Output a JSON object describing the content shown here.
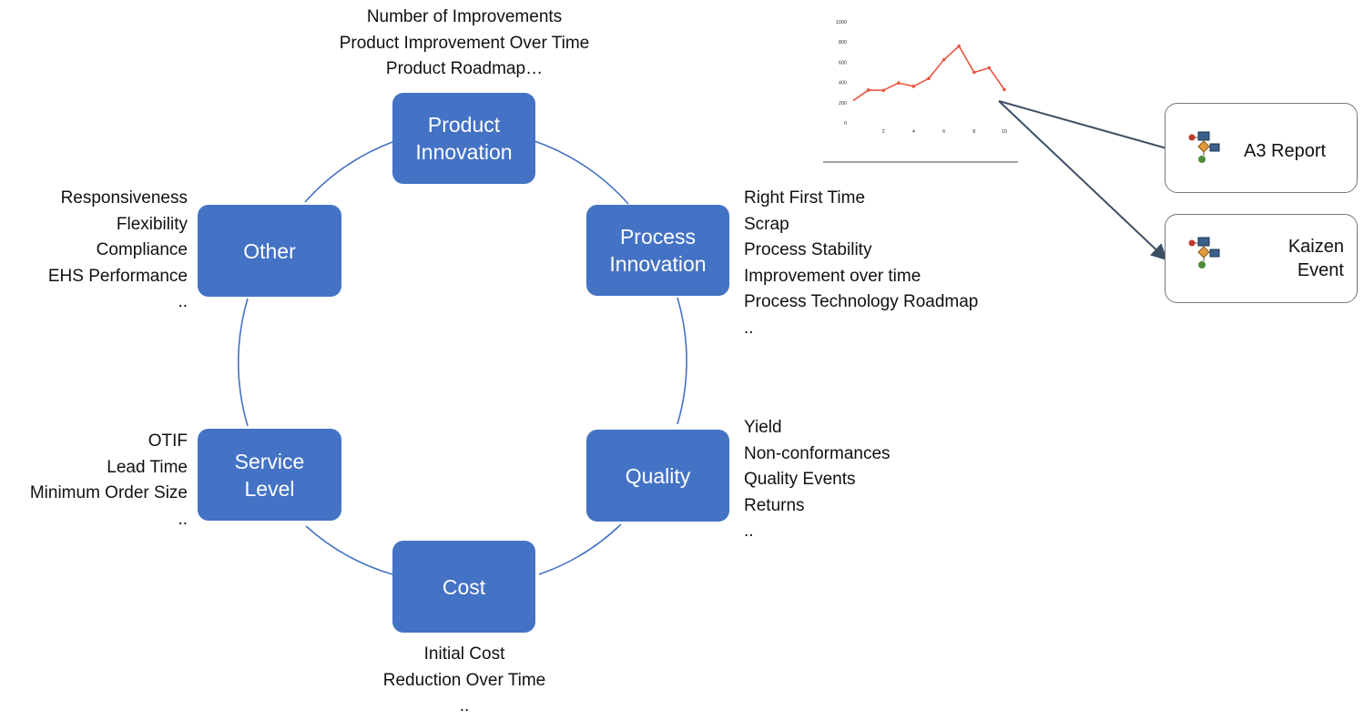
{
  "colors": {
    "node_fill": "#4472C4",
    "ring": "#4472C4",
    "chart_line": "#E8553E",
    "arrow": "#3D4F63"
  },
  "nodes": {
    "product": "Product\nInnovation",
    "process": "Process\nInnovation",
    "quality": "Quality",
    "cost": "Cost",
    "service": "Service\nLevel",
    "other": "Other"
  },
  "lists": {
    "product": [
      "Number of Improvements",
      "Product Improvement Over Time",
      "Product Roadmap…"
    ],
    "process": [
      "Right First Time",
      "Scrap",
      "Process Stability",
      "Improvement over time",
      "Process Technology Roadmap",
      ".."
    ],
    "quality": [
      "Yield",
      "Non-conformances",
      "Quality Events",
      "Returns",
      ".."
    ],
    "cost": [
      "Initial Cost",
      "Reduction Over Time",
      ".."
    ],
    "service": [
      "OTIF",
      "Lead Time",
      "Minimum Order Size",
      ".."
    ],
    "other": [
      "Responsiveness",
      "Flexibility",
      "Compliance",
      "EHS Performance",
      ".."
    ]
  },
  "cards": {
    "a3_report": {
      "label": "A3 Report",
      "icon": "flowchart-icon"
    },
    "kaizen_event": {
      "label": "Kaizen\nEvent",
      "icon": "flowchart-icon"
    }
  },
  "chart_data": {
    "type": "line",
    "x": [
      0,
      1,
      2,
      3,
      4,
      5,
      6,
      7,
      8,
      9,
      10
    ],
    "values": [
      220,
      325,
      322,
      395,
      362,
      440,
      625,
      760,
      500,
      545,
      330
    ],
    "xticks": [
      "2",
      "4",
      "6",
      "8",
      "10"
    ],
    "yticks": [
      "0",
      "200",
      "400",
      "600",
      "800",
      "1000"
    ],
    "xlim": [
      0,
      10
    ],
    "ylim": [
      0,
      1000
    ],
    "title": "",
    "xlabel": "",
    "ylabel": "",
    "grid": false
  }
}
